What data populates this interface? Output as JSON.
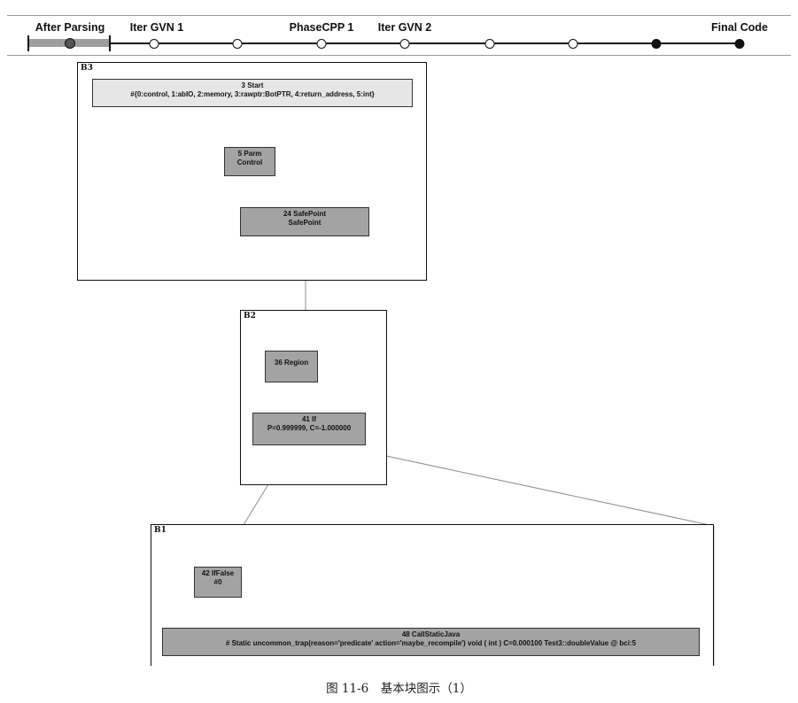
{
  "timeline": {
    "labels": [
      "After Parsing",
      "Iter GVN 1",
      "PhaseCPP 1",
      "Iter GVN 2",
      "Final Code"
    ],
    "phases": [
      {
        "state": "current"
      },
      {
        "state": "open"
      },
      {
        "state": "open"
      },
      {
        "state": "open"
      },
      {
        "state": "open"
      },
      {
        "state": "open"
      },
      {
        "state": "open"
      },
      {
        "state": "filled"
      },
      {
        "state": "filled"
      }
    ]
  },
  "blocks": {
    "b3": {
      "label": "B3",
      "start": {
        "title": "3 Start",
        "detail": "#{0:control, 1:abIO, 2:memory, 3:rawptr:BotPTR, 4:return_address, 5:int}"
      },
      "parm": {
        "title": "5 Parm",
        "detail": "Control"
      },
      "safepoint": {
        "title": "24 SafePoint",
        "detail": "SafePoint"
      }
    },
    "b2": {
      "label": "B2",
      "region": {
        "title": "36 Region"
      },
      "if": {
        "title": "41 If",
        "detail": "P=0.999999, C=-1.000000"
      }
    },
    "b1": {
      "label": "B1",
      "iffalse": {
        "title": "42 IfFalse",
        "detail": "#0"
      },
      "callstatic": {
        "title": "48 CallStaticJava",
        "detail": "# Static uncommon_trap(reason='predicate' action='maybe_recompile') void ( int ) C=0.000100 Test3::doubleValue @ bci:5"
      }
    }
  },
  "caption": "图 11-6　基本块图示（1）"
}
